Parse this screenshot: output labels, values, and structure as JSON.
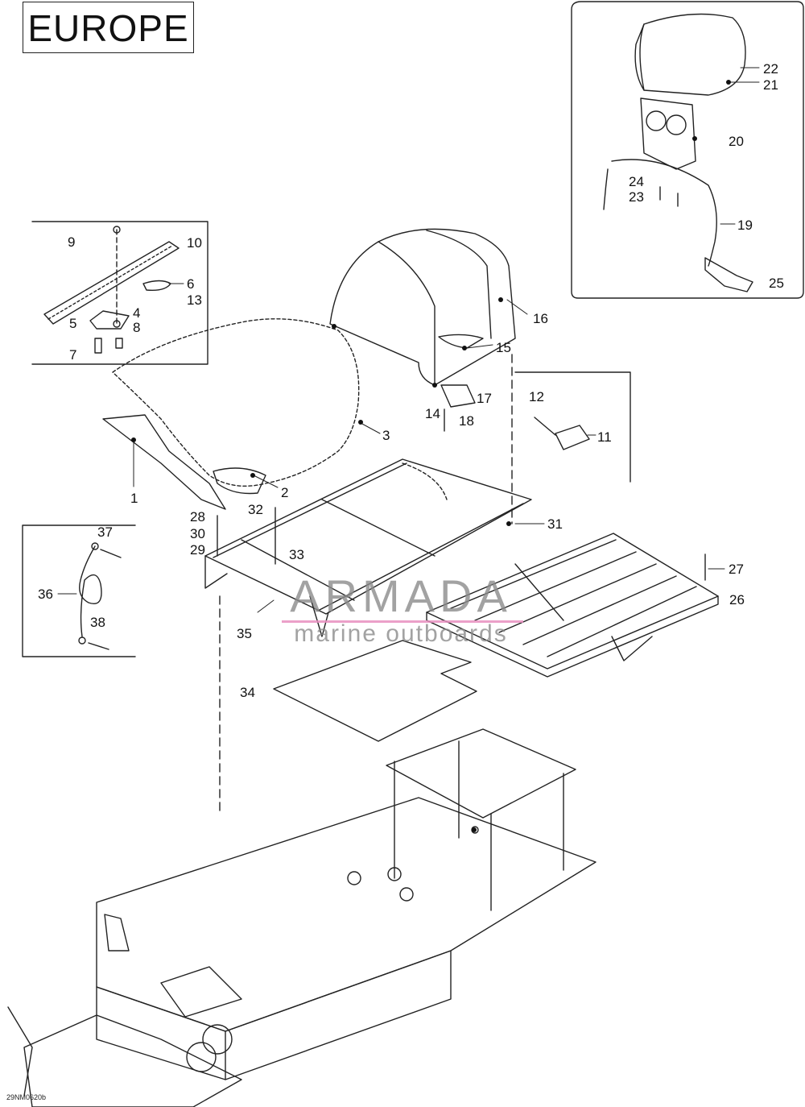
{
  "region_label": "EUROPE",
  "drawing_code": "29NM0620b",
  "watermark": {
    "name": "ARMADA",
    "subtitle": "marine outboards",
    "accent_color": "#e88fbf",
    "text_color": "#8c8c8c"
  },
  "callouts": [
    "1",
    "2",
    "3",
    "4",
    "5",
    "6",
    "7",
    "8",
    "9",
    "10",
    "11",
    "12",
    "13",
    "14",
    "15",
    "16",
    "17",
    "18",
    "19",
    "20",
    "21",
    "22",
    "23",
    "24",
    "25",
    "26",
    "27",
    "28",
    "29",
    "30",
    "31",
    "32",
    "33",
    "34",
    "35",
    "36",
    "37",
    "38"
  ],
  "colors": {
    "line": "#222222",
    "background": "#ffffff"
  }
}
